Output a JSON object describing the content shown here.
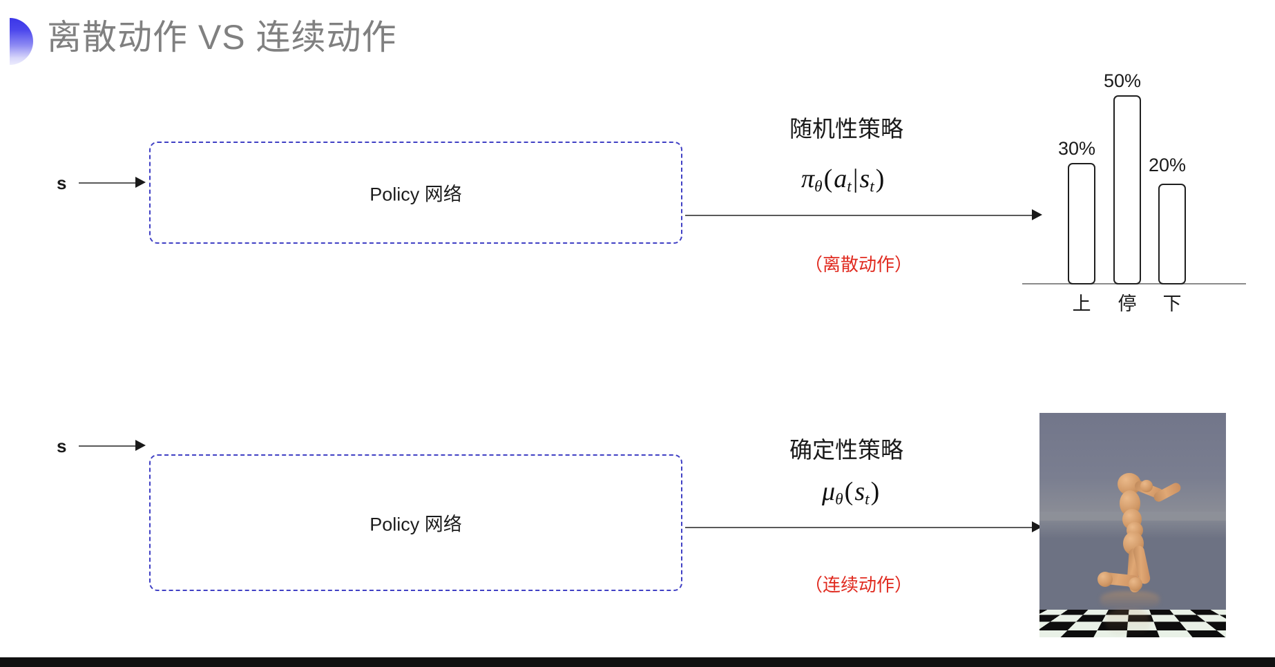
{
  "slide": {
    "title": "离散动作 VS 连续动作",
    "title_color": "#808080",
    "accent_color": "#3a35e8",
    "background": "#ffffff"
  },
  "rows": [
    {
      "id": "discrete",
      "input_label": "s",
      "box_label": "Policy 网络",
      "policy_name": "随机性策略",
      "formula_plain": "πθ(at|st)",
      "formula": {
        "symbol": "π",
        "param": "θ",
        "open": "(",
        "action": "a",
        "action_sub": "t",
        "bar": "|",
        "state": "s",
        "state_sub": "t",
        "close": ")"
      },
      "note": "（离散动作）",
      "note_color": "#e02b20"
    },
    {
      "id": "continuous",
      "input_label": "s",
      "box_label": "Policy 网络",
      "policy_name": "确定性策略",
      "formula_plain": "μθ(st)",
      "formula": {
        "symbol": "μ",
        "param": "θ",
        "open": "(",
        "state": "s",
        "state_sub": "t",
        "close": ")"
      },
      "note": "（连续动作）",
      "note_color": "#e02b20"
    }
  ],
  "chart_data": {
    "type": "bar",
    "title": "",
    "xlabel": "",
    "ylabel": "",
    "categories": [
      "上",
      "停",
      "下"
    ],
    "values": [
      30,
      50,
      20
    ],
    "value_labels": [
      "30%",
      "50%",
      "20%"
    ],
    "ylim": [
      0,
      60
    ],
    "grid": false,
    "legend": false,
    "bar_fill": "#ffffff",
    "bar_stroke": "#1f1f1f",
    "axis_color": "#8a8a8a"
  },
  "humanoid": {
    "caption": "",
    "alt": "MuJoCo humanoid robot kneeling on a black and white checkerboard floor under a gray sky"
  }
}
